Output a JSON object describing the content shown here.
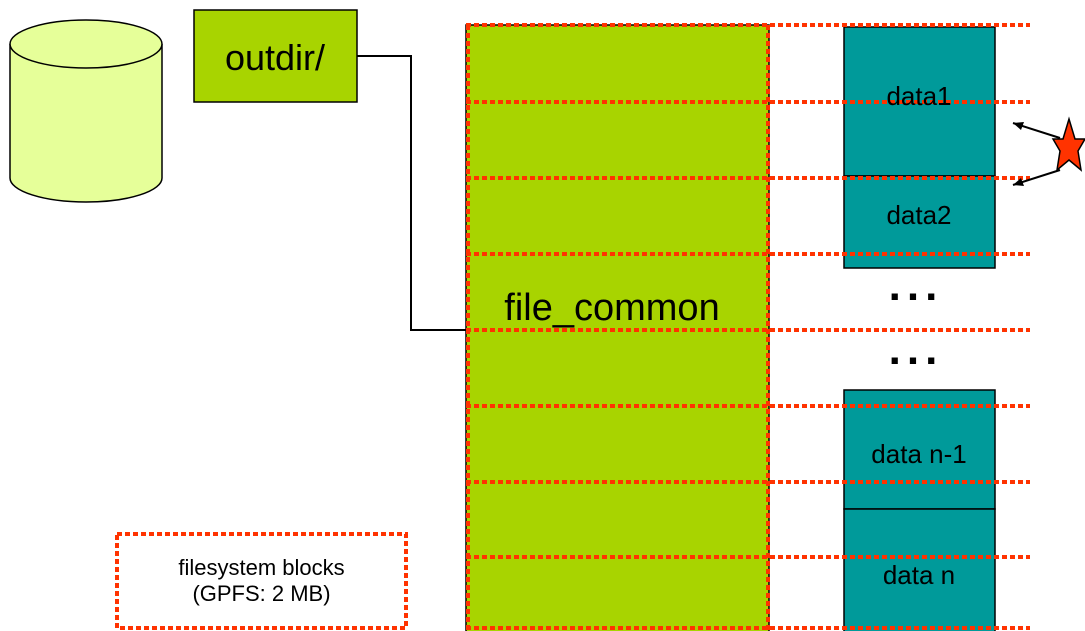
{
  "colors": {
    "green": "#a8d400",
    "cylinder": "#e6ff99",
    "teal": "#009a9a",
    "dots": "#ff3300",
    "star": "#ff3300"
  },
  "outdir": {
    "label": "outdir/"
  },
  "file": {
    "label": "file_common"
  },
  "blocks": {
    "data1": "data1",
    "data2": "data2",
    "ellipsis": "...",
    "data_n_minus_1": "data n-1",
    "data_n": "data n"
  },
  "legend": {
    "line1": "filesystem blocks",
    "line2": "(GPFS: 2 MB)"
  }
}
